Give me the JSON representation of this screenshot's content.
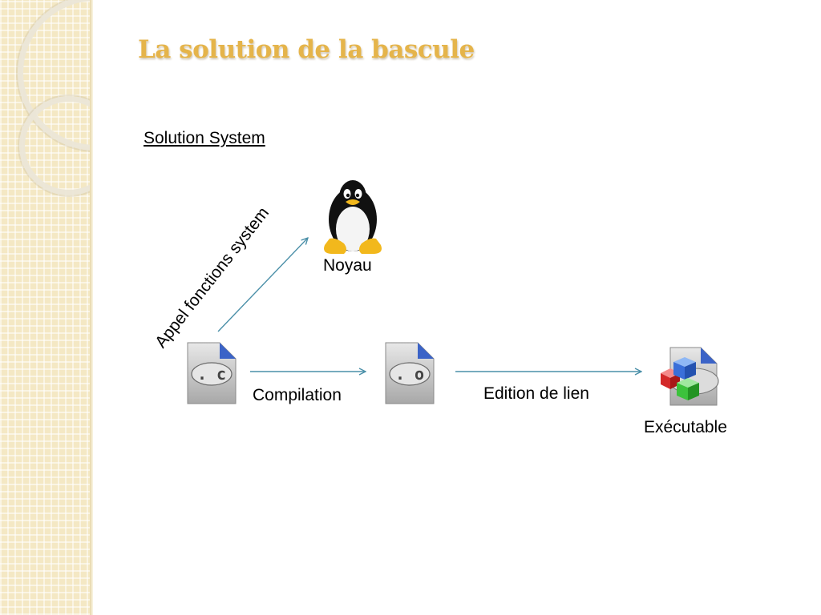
{
  "slide": {
    "title": "La solution de la bascule",
    "subtitle": "Solution System"
  },
  "diagram": {
    "nodes": {
      "source": {
        "ext_label": ". c",
        "icon": "c-source-file-icon"
      },
      "object": {
        "ext_label": ". o",
        "icon": "object-file-icon"
      },
      "kernel": {
        "label": "Noyau",
        "icon": "tux-penguin-icon"
      },
      "executable": {
        "label": "Exécutable",
        "icon": "executable-cubes-icon"
      }
    },
    "edges": {
      "compile": {
        "label": "Compilation"
      },
      "link": {
        "label": "Edition de lien"
      },
      "syscall": {
        "label": "Appel fonctions system"
      }
    },
    "colors": {
      "title": "#e5b44a",
      "arrow": "#4a8fa8",
      "sidebar": "#f4e8c4"
    }
  }
}
